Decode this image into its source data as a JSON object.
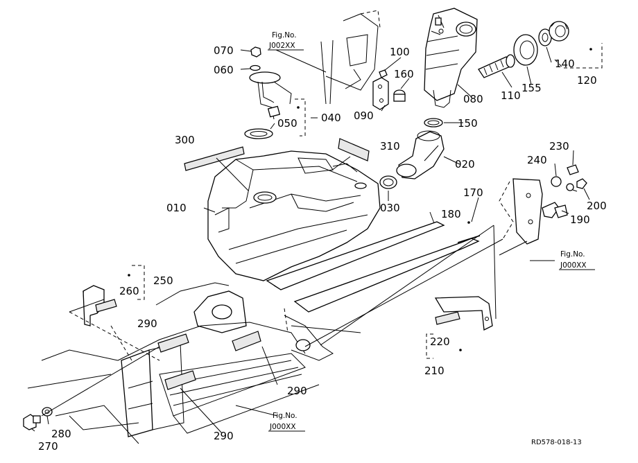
{
  "diagram": {
    "part_labels": {
      "p010": "010",
      "p020": "020",
      "p030": "030",
      "p040": "040",
      "p050": "050",
      "p060": "060",
      "p070": "070",
      "p080": "080",
      "p090": "090",
      "p100": "100",
      "p110": "110",
      "p120": "120",
      "p140": "140",
      "p150": "150",
      "p155": "155",
      "p160": "160",
      "p170": "170",
      "p180": "180",
      "p190": "190",
      "p200": "200",
      "p210": "210",
      "p220": "220",
      "p230": "230",
      "p240": "240",
      "p250": "250",
      "p260": "260",
      "p270": "270",
      "p280": "280",
      "p290a": "290",
      "p290b": "290",
      "p290c": "290",
      "p300": "300",
      "p310": "310"
    },
    "figure_refs": {
      "j002_fig": "Fig.No.",
      "j002_code": "J002XX",
      "j000a_fig": "Fig.No.",
      "j000a_code": "J000XX",
      "j000b_fig": "Fig.No.",
      "j000b_code": "J000XX"
    },
    "drawing_code": "RD578-018-13"
  }
}
